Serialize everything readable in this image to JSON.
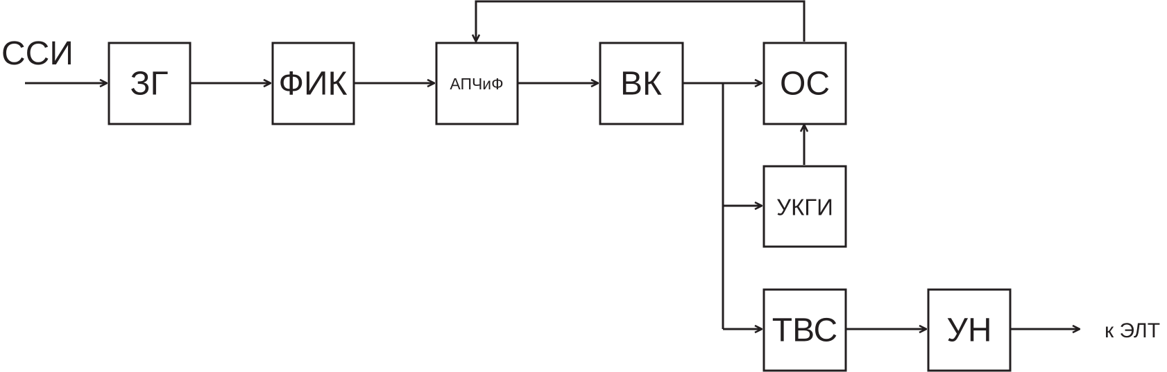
{
  "diagram": {
    "input_label": "ССИ",
    "output_label": "к ЭЛТ",
    "blocks": {
      "zg": "ЗГ",
      "fik": "ФИК",
      "apch": "АПЧиФ",
      "vk": "ВК",
      "os": "ОС",
      "ukgi": "УКГИ",
      "tvs": "ТВС",
      "un": "УН"
    }
  },
  "colors": {
    "stroke": "#231f20",
    "background": "#ffffff"
  }
}
